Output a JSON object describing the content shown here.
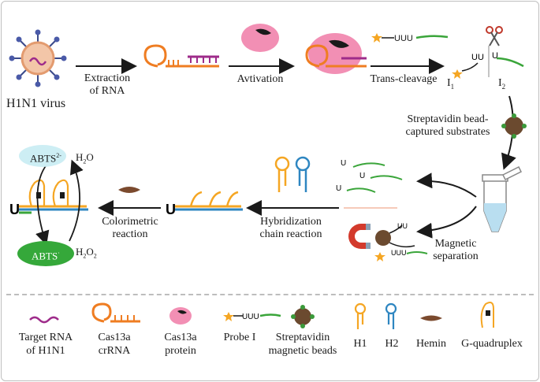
{
  "colors": {
    "orange": "#ef7d22",
    "purple": "#9e2b8a",
    "pink": "#f28fb4",
    "green": "#3aa53a",
    "blue": "#2e86c1",
    "brown": "#7b4a2e",
    "bead": "#6b4a2f",
    "bead_dot": "#3a9a3a",
    "abts_top": "#cdeef4",
    "abts_bottom": "#35a83a",
    "star": "#f5a623",
    "arrow": "#1a1a1a"
  },
  "icons": [
    "virus-icon",
    "crRNA-icon",
    "cas13a-protein-icon",
    "probe-icon",
    "scissors-icon",
    "bead-icon",
    "tube-icon",
    "magnet-icon",
    "hairpin-icon",
    "hemin-icon",
    "g-quadruplex-icon"
  ],
  "flow": {
    "virus_label": "H1N1 virus",
    "step1_label": "Extraction\nof RNA",
    "step2_label": "Avtivation",
    "step3_label": "Trans-cleavage",
    "cut_label_1": "I",
    "cut_sub_1": "1",
    "cut_label_2": "I",
    "cut_sub_2": "2",
    "step4_label": "Streptavidin bead-\ncaptured substrates",
    "step5_label": "Magnetic\nseparation",
    "step6_label": "Hybridization\nchain reaction",
    "step7_label": "Colorimetric\nreaction",
    "abts_top": "ABTS",
    "abts_top_sup": "2-",
    "abts_bottom": "ABTS",
    "abts_bottom_sup": "·",
    "h2o": "H",
    "h2o_sub": "2",
    "h2o_tail": "O",
    "h2o2": "H",
    "h2o2_sub1": "2",
    "h2o2_mid": "O",
    "h2o2_sub2": "2",
    "uuu": "UUU",
    "u": "U",
    "uu": "UU"
  },
  "legend": {
    "items": [
      {
        "label": "Target RNA\nof H1N1"
      },
      {
        "label": "Cas13a\ncrRNA"
      },
      {
        "label": "Cas13a\nprotein"
      },
      {
        "label": "Probe I"
      },
      {
        "label": "Streptavidin\nmagnetic beads"
      },
      {
        "label": "H1"
      },
      {
        "label": "H2"
      },
      {
        "label": "Hemin"
      },
      {
        "label": "G-quadruplex"
      }
    ]
  }
}
